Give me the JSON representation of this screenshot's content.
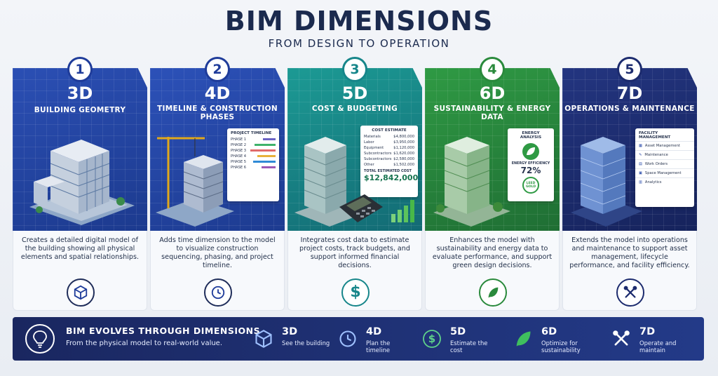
{
  "header": {
    "title": "BIM DIMENSIONS",
    "subtitle": "FROM DESIGN TO OPERATION"
  },
  "colors": {
    "dim3d": "#2244a6",
    "dim4d": "#2446a8",
    "dim5d": "#17868a",
    "dim6d": "#2a8a3c",
    "dim7d": "#1c2b6e"
  },
  "cards": [
    {
      "number": "1",
      "dimension": "3D",
      "heading": "BUILDING GEOMETRY",
      "description": "Creates a detailed digital model of the building showing all physical elements and spatial relationships.",
      "icon": "cube-icon"
    },
    {
      "number": "2",
      "dimension": "4D",
      "heading": "TIMELINE & CONSTRUCTION PHASES",
      "description": "Adds time dimension to the model to visualize construction sequencing, phasing, and project timeline.",
      "icon": "clock-icon",
      "inset": {
        "title": "PROJECT TIMELINE",
        "rows": [
          "PHASE 1",
          "PHASE 2",
          "PHASE 3",
          "PHASE 4",
          "PHASE 5",
          "PHASE 6"
        ]
      }
    },
    {
      "number": "3",
      "dimension": "5D",
      "heading": "COST & BUDGETING",
      "description": "Integrates cost data to estimate project costs, track budgets, and support informed financial decisions.",
      "icon": "dollar-icon",
      "inset": {
        "title": "COST ESTIMATE",
        "rows": [
          {
            "label": "Materials",
            "value": "$4,800,000"
          },
          {
            "label": "Labor",
            "value": "$3,950,000"
          },
          {
            "label": "Equipment",
            "value": "$1,120,000"
          },
          {
            "label": "Subcontractors",
            "value": "$1,620,000"
          },
          {
            "label": "Subcontractors",
            "value": "$2,580,000"
          },
          {
            "label": "Other",
            "value": "$1,502,000"
          }
        ],
        "total_label": "TOTAL ESTIMATED COST",
        "total_value": "$12,842,000"
      }
    },
    {
      "number": "4",
      "dimension": "6D",
      "heading": "SUSTAINABILITY & ENERGY DATA",
      "description": "Enhances the model with sustainability and energy data to evaluate performance, and support green design decisions.",
      "icon": "leaf-icon",
      "inset": {
        "title": "ENERGY ANALYSIS",
        "metric_label": "ENERGY EFFICIENCY",
        "metric_value": "72%",
        "badge": "LEED GOLD"
      }
    },
    {
      "number": "5",
      "dimension": "7D",
      "heading": "OPERATIONS & MAINTENANCE",
      "description": "Extends the model into operations and maintenance to support asset management, lifecycle performance, and facility efficiency.",
      "icon": "wrench-icon",
      "inset": {
        "title": "FACILITY MANAGEMENT",
        "rows": [
          "Asset Management",
          "Maintenance",
          "Work Orders",
          "Space Management",
          "Analytics"
        ]
      }
    }
  ],
  "footer": {
    "title": "BIM EVOLVES THROUGH DIMENSIONS",
    "subtitle": "From the physical model to real-world value.",
    "items": [
      {
        "dimension": "3D",
        "text": "See the building",
        "icon": "cube-icon"
      },
      {
        "dimension": "4D",
        "text": "Plan the timeline",
        "icon": "clock-icon"
      },
      {
        "dimension": "5D",
        "text": "Estimate the cost",
        "icon": "dollar-icon"
      },
      {
        "dimension": "6D",
        "text": "Optimize for sustainability",
        "icon": "leaf-icon"
      },
      {
        "dimension": "7D",
        "text": "Operate and maintain",
        "icon": "tools-icon"
      }
    ]
  }
}
